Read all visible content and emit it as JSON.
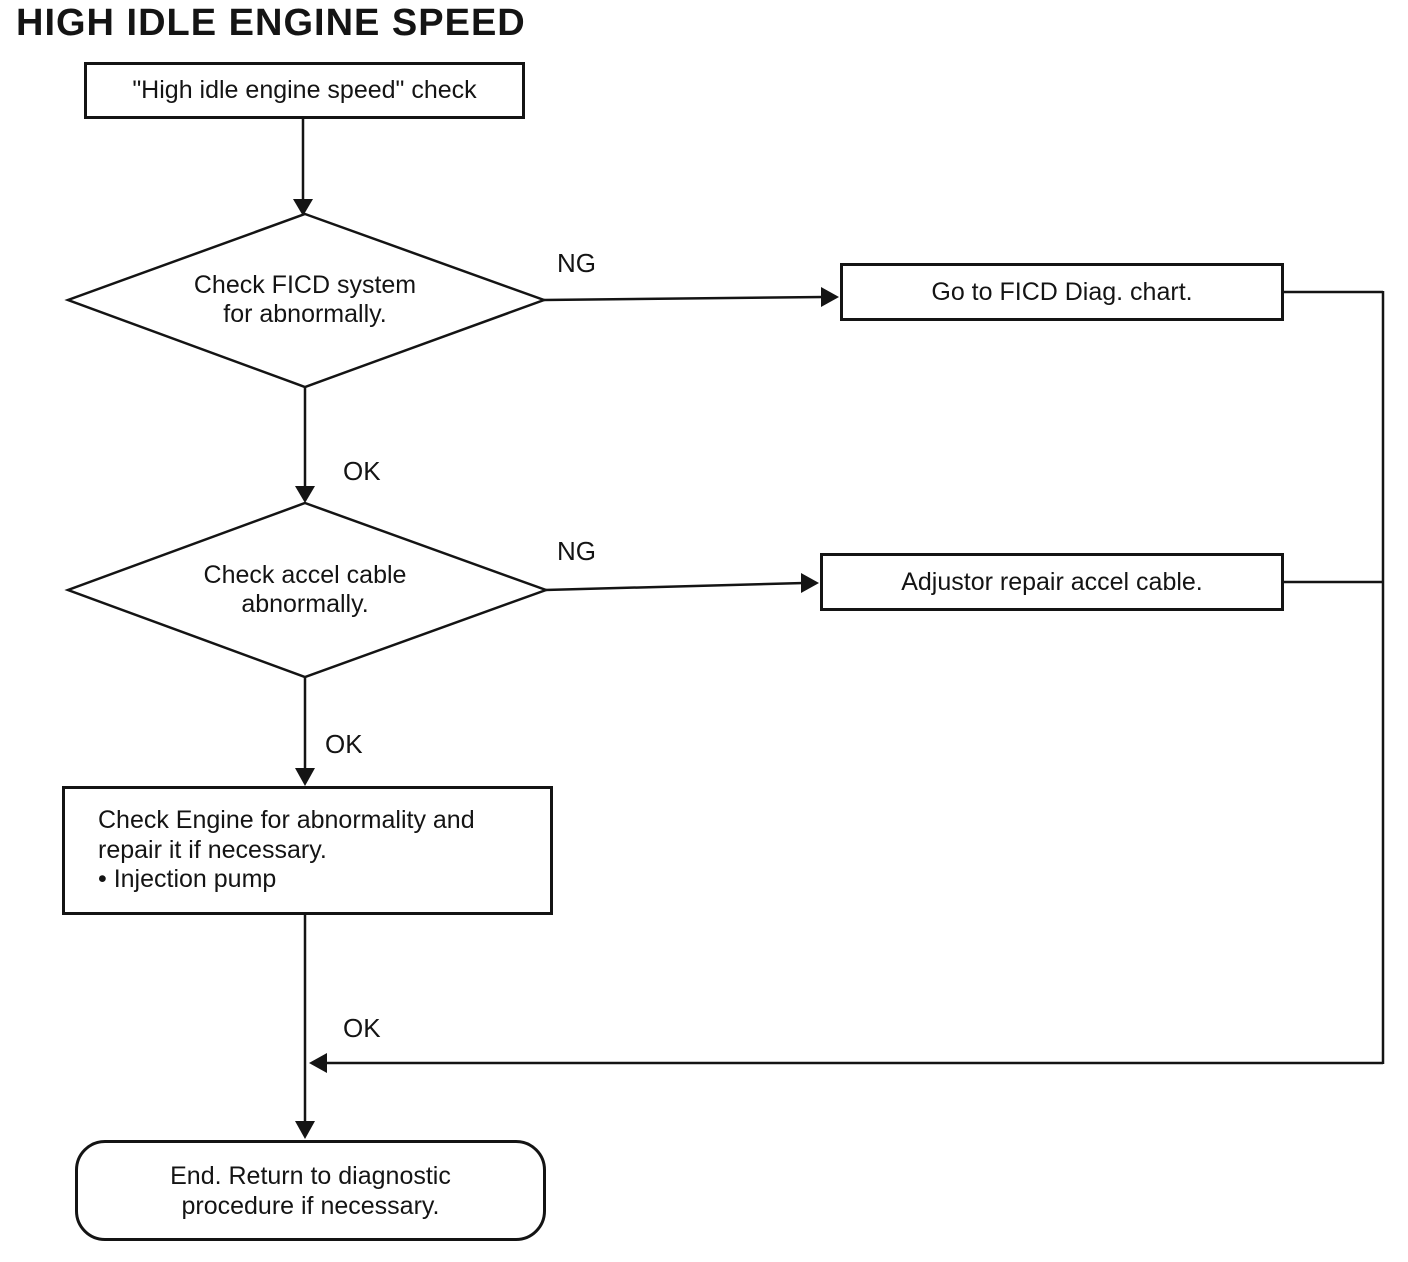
{
  "title": "HIGH IDLE ENGINE SPEED",
  "nodes": {
    "start": "\"High idle engine speed\" check",
    "decision_ficd": "Check FICD system\nfor abnormally.",
    "decision_accel": "Check accel cable\nabnormally.",
    "action_ficd": "Go to FICD Diag. chart.",
    "action_accel": "Adjustor repair accel cable.",
    "action_engine_lines": [
      "Check Engine for abnormality and",
      "repair it if necessary.",
      "• Injection pump"
    ],
    "end": "End. Return to diagnostic\nprocedure if necessary."
  },
  "labels": {
    "ng_ficd": "NG",
    "ng_accel": "NG",
    "ok_ficd": "OK",
    "ok_accel": "OK",
    "ok_engine": "OK"
  },
  "colors": {
    "ink": "#141414",
    "background": "#ffffff"
  }
}
